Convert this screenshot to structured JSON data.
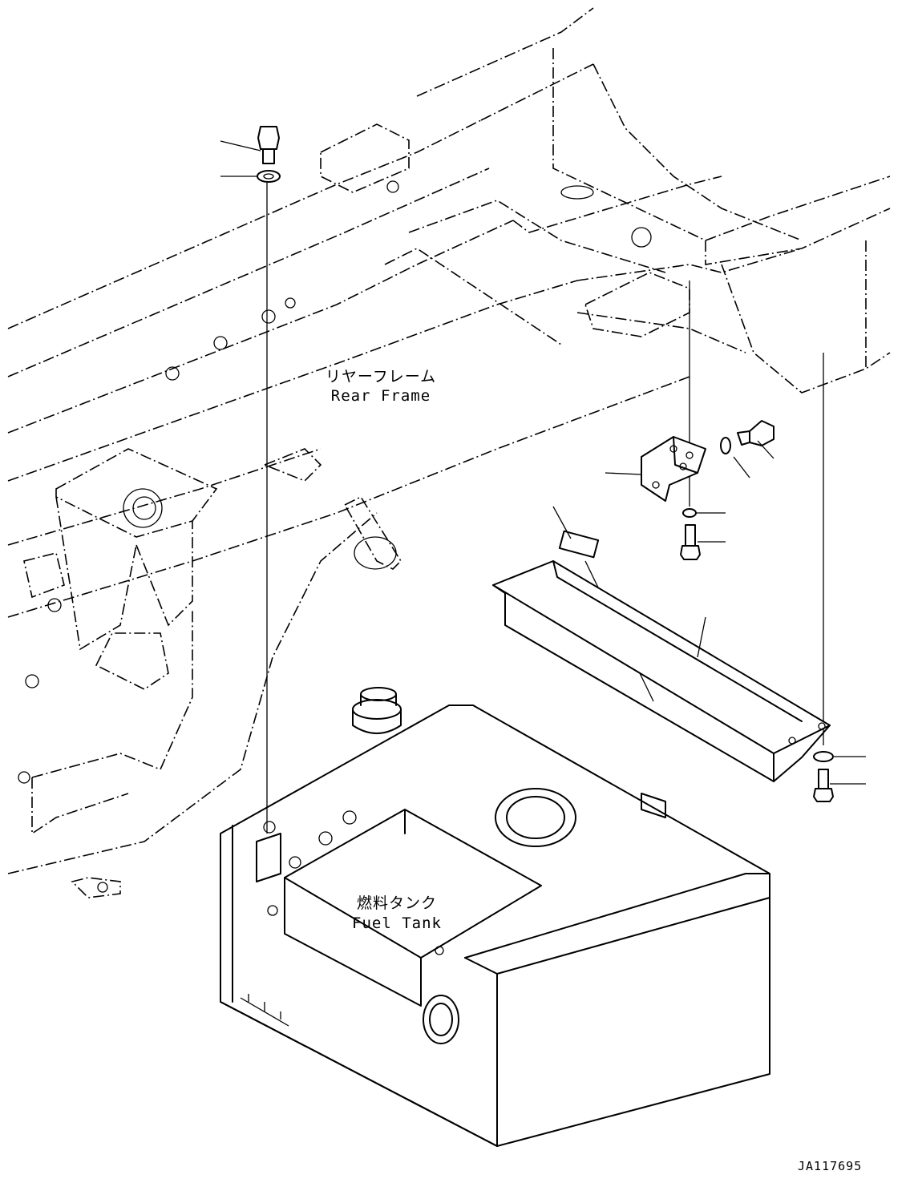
{
  "labels": {
    "rear_frame_jp": "リヤーフレーム",
    "rear_frame_en": "Rear Frame",
    "fuel_tank_jp": "燃料タンク",
    "fuel_tank_en": "Fuel Tank"
  },
  "drawing_code": "JA117695",
  "icons": [
    "bolt-icon",
    "washer-icon",
    "bracket-icon",
    "fuel-tank-icon",
    "rear-frame-icon",
    "cover-plate-icon"
  ]
}
